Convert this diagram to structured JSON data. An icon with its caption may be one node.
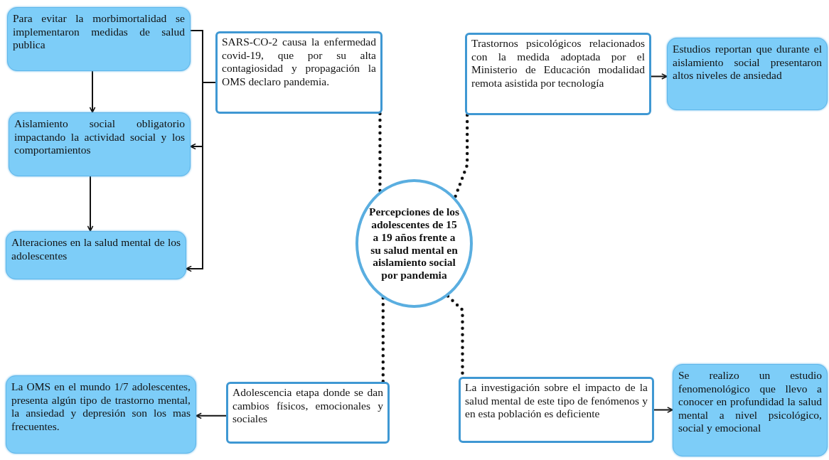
{
  "diagram": {
    "nodes": [
      {
        "text": [
          "Para evitar la morbimortalidad se implementaron medidas de salud publica"
        ]
      },
      {
        "text": [
          "Aislamiento social obligatorio impactando la actividad social y los comportamientos"
        ]
      },
      {
        "text": [
          "Alteraciones en la salud mental de los adolescentes"
        ]
      },
      {
        "text": [
          "SARS-CO-2 causa la enfermedad covid-19, que por su alta contagiosidad y propagación la OMS declaro pandemia."
        ]
      },
      {
        "text": [
          "Percepciones de los adolescentes de 15 a 19 años frente a su salud mental en aislamiento social por pandemia"
        ]
      },
      {
        "text": [
          "Trastornos psicológicos relacionados con la medida adoptada por el Ministerio de Educación modalidad remota asistida por tecnología"
        ]
      },
      {
        "text": [
          "Estudios reportan que durante el aislamiento social presentaron altos niveles de ansiedad"
        ]
      },
      {
        "text": [
          "La OMS en el mundo 1/7 adolescentes, presenta algún tipo de trastorno mental, la ansiedad y depresión son los mas frecuentes."
        ]
      },
      {
        "text": [
          "Adolescencia etapa donde se dan cambios físicos, emocionales y sociales"
        ]
      },
      {
        "text": [
          "La investigación sobre el impacto de la salud mental de este tipo de fenómenos y en esta población es deficiente"
        ]
      },
      {
        "text": [
          "Se realizo un estudio fenomenológico que llevo a conocer en profundidad la salud mental a nivel psicológico, social y emocional"
        ]
      }
    ],
    "edges": [
      {
        "from": 3,
        "to": 0,
        "arrow": "none"
      },
      {
        "from": 3,
        "to": 1,
        "arrow": "to"
      },
      {
        "from": 3,
        "to": 2,
        "arrow": "to"
      },
      {
        "from": 0,
        "to": 1,
        "arrow": "to"
      },
      {
        "from": 1,
        "to": 2,
        "arrow": "to"
      },
      {
        "from": 3,
        "to": 4,
        "arrow": "none",
        "style": "dashed"
      },
      {
        "from": 5,
        "to": 4,
        "arrow": "none",
        "style": "dashed"
      },
      {
        "from": 4,
        "to": 8,
        "arrow": "none",
        "style": "dashed"
      },
      {
        "from": 4,
        "to": 9,
        "arrow": "none",
        "style": "dashed"
      },
      {
        "from": 5,
        "to": 6,
        "arrow": "to"
      },
      {
        "from": 8,
        "to": 7,
        "arrow": "to"
      },
      {
        "from": 9,
        "to": 10,
        "arrow": "to"
      }
    ]
  }
}
